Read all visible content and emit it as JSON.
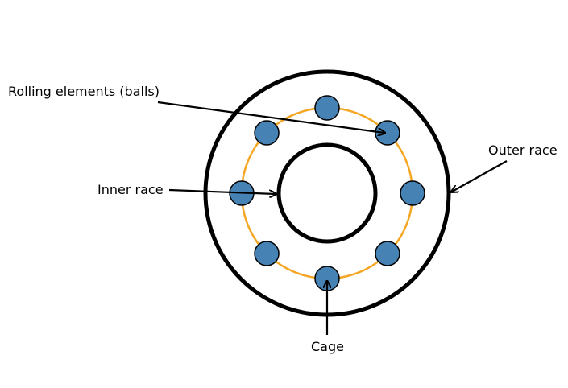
{
  "diagram": {
    "labels": {
      "rolling_elements": "Rolling elements (balls)",
      "inner_race": "Inner race",
      "outer_race": "Outer race",
      "cage": "Cage"
    },
    "colors": {
      "ring": "#000000",
      "cage": "#f5a623",
      "ball_fill": "#4682b4",
      "ball_stroke": "#000000",
      "arrow": "#000000"
    },
    "ball_count": 8
  }
}
